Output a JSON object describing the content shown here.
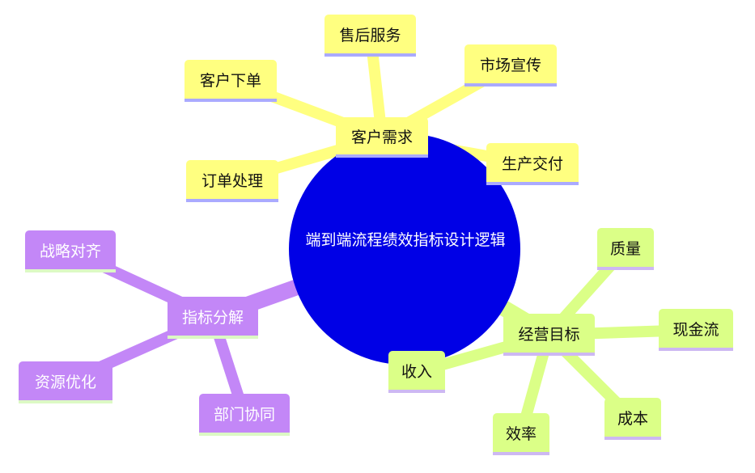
{
  "root": {
    "label": "端到端流程绩效指标设计逻辑",
    "color": "#0000e6"
  },
  "branches": [
    {
      "label": "客户需求",
      "color": "#ffff80",
      "children": [
        "售后服务",
        "市场宣传",
        "客户下单",
        "订单处理",
        "生产交付"
      ]
    },
    {
      "label": "指标分解",
      "color": "#c387f7",
      "children": [
        "战略对齐",
        "资源优化",
        "部门协同"
      ]
    },
    {
      "label": "经营目标",
      "color": "#dbff87",
      "children": [
        "质量",
        "现金流",
        "收入",
        "效率",
        "成本"
      ]
    }
  ]
}
